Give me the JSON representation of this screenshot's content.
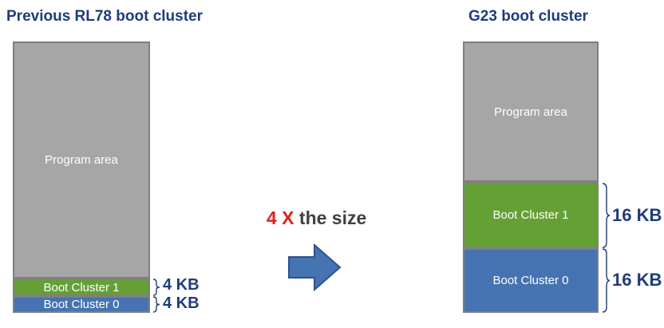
{
  "left": {
    "title": "Previous RL78 boot cluster",
    "blocks": {
      "program": "Program area",
      "cluster1": "Boot Cluster 1",
      "cluster0": "Boot Cluster 0"
    },
    "sizes": {
      "cluster1": "4 KB",
      "cluster0": "4 KB"
    }
  },
  "right": {
    "title": "G23 boot cluster",
    "blocks": {
      "program": "Program area",
      "cluster1": "Boot Cluster 1",
      "cluster0": "Boot Cluster 0"
    },
    "sizes": {
      "cluster1": "16 KB",
      "cluster0": "16 KB"
    }
  },
  "headline": {
    "multiplier": "4 X",
    "text": "the size"
  },
  "colors": {
    "title": "#1f3c7a",
    "program_area": "#a6a6a6",
    "boot_cluster_1": "#65a035",
    "boot_cluster_0": "#4673b1",
    "accent": "#e0201b",
    "arrow": "#4673b1"
  }
}
